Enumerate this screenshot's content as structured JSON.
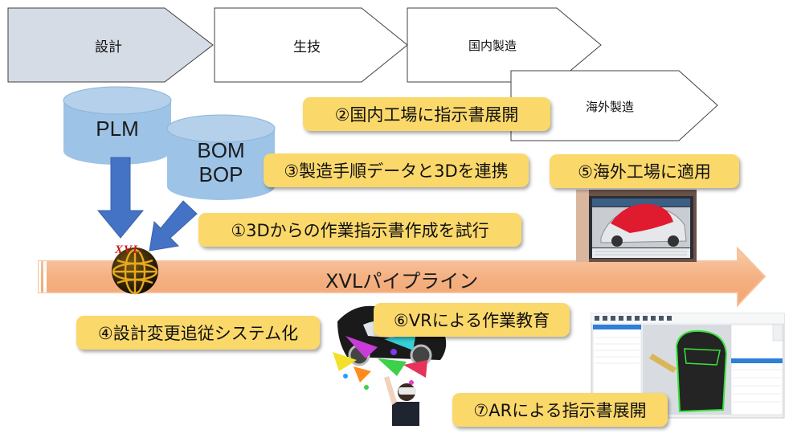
{
  "phases": [
    {
      "label": "設計"
    },
    {
      "label": "生技"
    },
    {
      "label": "国内製造"
    },
    {
      "label": "海外製造"
    }
  ],
  "databases": {
    "plm": "PLM",
    "bom_line1": "BOM",
    "bom_line2": "BOP"
  },
  "logo": {
    "text": "XVL"
  },
  "pipeline": {
    "label": "XVLパイプライン"
  },
  "steps": [
    {
      "label": "②国内工場に指示書展開"
    },
    {
      "label": "③製造手順データと3Dを連携"
    },
    {
      "label": "①3Dからの作業指示書作成を試行"
    },
    {
      "label": "⑤海外工場に適用"
    },
    {
      "label": "④設計変更追従システム化"
    },
    {
      "label": "⑥VRによる作業教育"
    },
    {
      "label": "⑦ARによる指示書展開"
    }
  ],
  "colors": {
    "phase_active": "#d6dce5",
    "phase_inactive": "#ffffff",
    "database": "#9dc3e6",
    "arrow": "#4472c4",
    "pipeline": "#f4b183",
    "callout": "#fbd86a",
    "car_red": "#e01b2f"
  }
}
